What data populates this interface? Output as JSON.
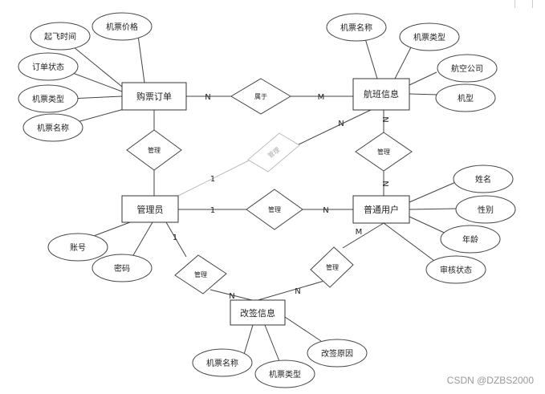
{
  "entities": {
    "order": "购票订单",
    "flight": "航班信息",
    "admin": "管理员",
    "user": "普通用户",
    "change": "改签信息"
  },
  "attributes": {
    "order_depart_time": "起飞时间",
    "order_price": "机票价格",
    "order_status": "订单状态",
    "order_ticket_type": "机票类型",
    "order_ticket_name": "机票名称",
    "flight_ticket_name": "机票名称",
    "flight_ticket_type": "机票类型",
    "flight_airline": "航空公司",
    "flight_model": "机型",
    "user_name": "姓名",
    "user_gender": "性别",
    "user_age": "年龄",
    "user_review": "审核状态",
    "admin_account": "账号",
    "admin_password": "密码",
    "change_ticket_name": "机票名称",
    "change_ticket_type": "机票类型",
    "change_reason": "改签原因"
  },
  "relationships": {
    "belongs": "属于",
    "manage_order": "管理",
    "manage_flight": "管理",
    "manage_user": "管理",
    "manage_change_admin": "管理",
    "manage_change_user": "管理",
    "user_flight": "管理"
  },
  "cardinalities": {
    "order_belongs": "N",
    "belongs_flight": "M",
    "admin_manage_flight": "1",
    "manage_flight_flight": "N",
    "flight_user_top": "N",
    "flight_user_bottom": "N",
    "admin_manage_user": "1",
    "manage_user_user": "N",
    "admin_change": "1",
    "change_admin_side": "N",
    "change_user_side": "N",
    "user_change": "M"
  },
  "watermark": "CSDN @DZBS2000"
}
